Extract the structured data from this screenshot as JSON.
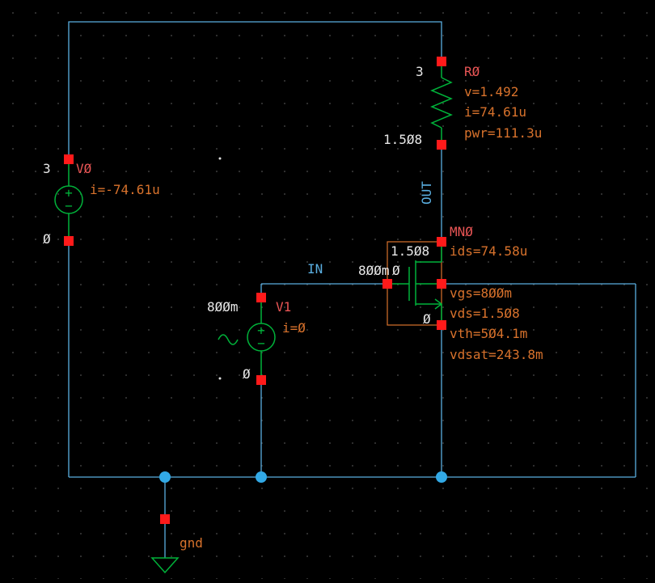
{
  "colors": {
    "background": "#000000",
    "wire": "#5aaee0",
    "pin": "#ff1a1a",
    "component": "#00b23a",
    "instance_label": "#e85555",
    "annotation": "#d8722c",
    "node_voltage": "#e8e8e8"
  },
  "nets": {
    "in": "IN",
    "out": "OUT",
    "ground": "gnd"
  },
  "r0": {
    "name": "RØ",
    "top_voltage": "3",
    "bottom_voltage": "1.5Ø8",
    "v": "v=1.492",
    "i": "i=74.61u",
    "pwr": "pwr=111.3u"
  },
  "v0": {
    "name": "VØ",
    "top_voltage": "3",
    "bottom_voltage": "Ø",
    "i": "i=-74.61u",
    "plus": "+",
    "minus": "−"
  },
  "v1": {
    "name": "V1",
    "top_voltage": "8ØØm",
    "bottom_voltage": "Ø",
    "i": "i=Ø",
    "plus": "+",
    "minus": "−"
  },
  "mn0": {
    "name": "MNØ",
    "drain_voltage": "1.5Ø8",
    "gate_voltage": "8ØØm",
    "bulk_voltage": "Ø",
    "source_voltage": "Ø",
    "ids": "ids=74.58u",
    "vgs": "vgs=8ØØm",
    "vds": "vds=1.5Ø8",
    "vth": "vth=5Ø4.1m",
    "vdsat": "vdsat=243.8m"
  }
}
